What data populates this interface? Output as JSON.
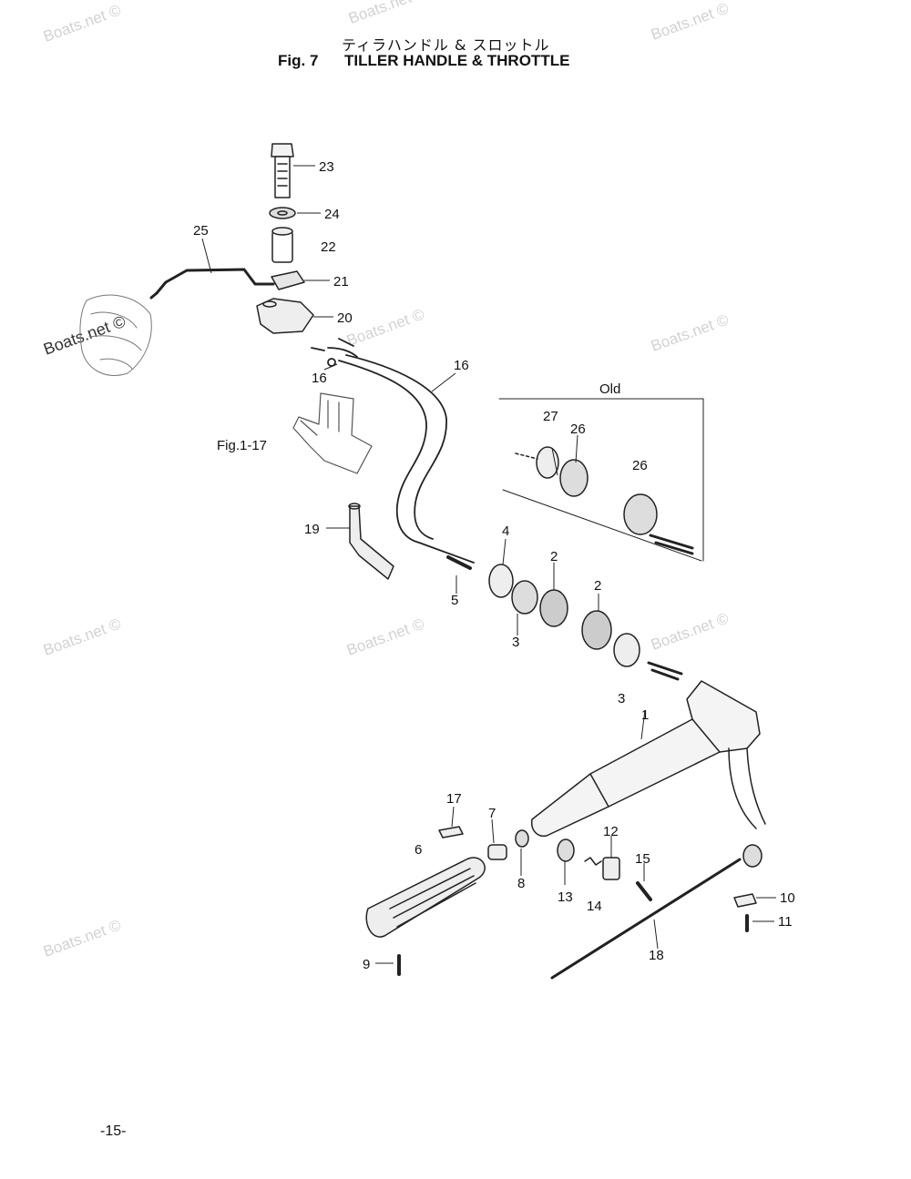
{
  "header": {
    "title_jp": "ティラハンドル & スロットル",
    "fig_number": "Fig. 7",
    "fig_title": "TILLER HANDLE & THROTTLE"
  },
  "inset": {
    "label": "Old",
    "parts": [
      "27",
      "26",
      "26"
    ]
  },
  "reference": "Fig.1-17",
  "callouts": [
    "23",
    "24",
    "22",
    "21",
    "20",
    "25",
    "16",
    "16",
    "19",
    "4",
    "5",
    "2",
    "2",
    "3",
    "3",
    "1",
    "17",
    "7",
    "6",
    "8",
    "13",
    "12",
    "14",
    "15",
    "10",
    "11",
    "18",
    "9"
  ],
  "watermarks": [
    "Boats.net ©",
    "Boats.net ©",
    "Boats.net ©",
    "Boats.net ©",
    "Boats.net ©",
    "Boats.net ©",
    "Boats.net ©",
    "Boats.net ©",
    "Boats.net ©",
    "Boats.net ©"
  ],
  "page_number": "-15-"
}
